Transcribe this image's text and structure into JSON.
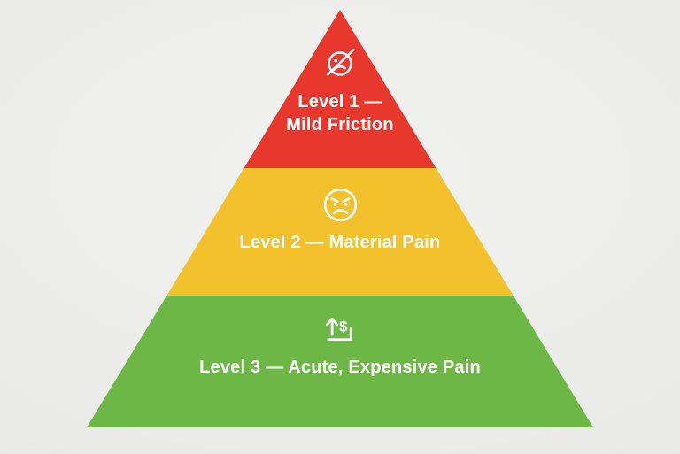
{
  "chart_data": {
    "type": "pyramid",
    "title": "",
    "orientation": "point-up",
    "background": "#EBEBE9",
    "text_color": "#FFFFFF",
    "levels": [
      {
        "position": "top",
        "rank": 1,
        "label": "Level 1 — Mild Friction",
        "label_line1": "Level 1 —",
        "label_line2": "Mild Friction",
        "icon": "no-sad-face-icon",
        "color": "#E8382E"
      },
      {
        "position": "middle",
        "rank": 2,
        "label": "Level 2 — Material Pain",
        "icon": "angry-face-icon",
        "color": "#F2C12B"
      },
      {
        "position": "bottom",
        "rank": 3,
        "label": "Level 3 — Acute, Expensive Pain",
        "icon": "rising-cost-icon",
        "color": "#6DB747"
      }
    ]
  }
}
